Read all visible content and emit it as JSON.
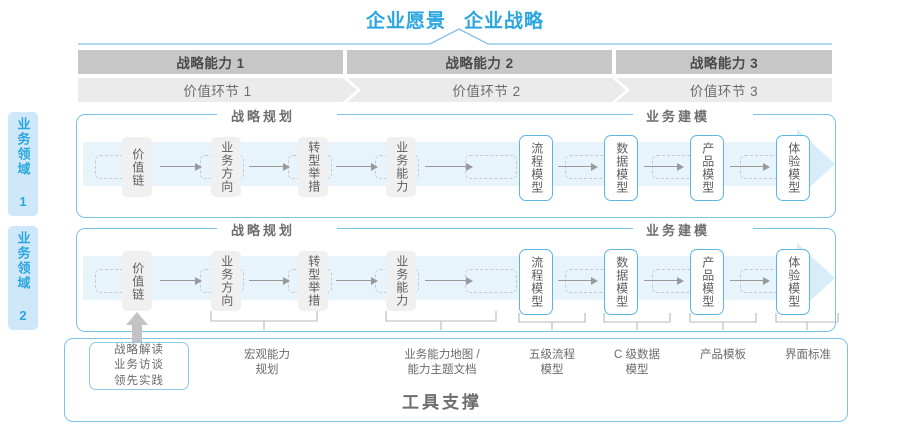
{
  "header": {
    "vision": "企业愿景",
    "strategy": "企业战略"
  },
  "capabilities": [
    {
      "label": "战略能力 1"
    },
    {
      "label": "战略能力 2"
    },
    {
      "label": "战略能力 3"
    }
  ],
  "value_chain": [
    {
      "label": "价值环节 1"
    },
    {
      "label": "价值环节 2"
    },
    {
      "label": "价值环节 3"
    }
  ],
  "domains": [
    {
      "side_label": "业务领域 1",
      "section_left": "战略规划",
      "section_right": "业务建模",
      "nodes": [
        {
          "label": "价值链",
          "style": "grey"
        },
        {
          "label": "业务方向",
          "style": "grey"
        },
        {
          "label": "转型举措",
          "style": "grey"
        },
        {
          "label": "业务能力",
          "style": "grey"
        },
        {
          "label": "流程模型",
          "style": "blue"
        },
        {
          "label": "数据模型",
          "style": "blue"
        },
        {
          "label": "产品模型",
          "style": "blue"
        },
        {
          "label": "体验模型",
          "style": "blue"
        }
      ]
    },
    {
      "side_label": "业务领域 2",
      "section_left": "战略规划",
      "section_right": "业务建模",
      "nodes": [
        {
          "label": "价值链",
          "style": "grey"
        },
        {
          "label": "业务方向",
          "style": "grey"
        },
        {
          "label": "转型举措",
          "style": "grey"
        },
        {
          "label": "业务能力",
          "style": "grey"
        },
        {
          "label": "流程模型",
          "style": "blue"
        },
        {
          "label": "数据模型",
          "style": "blue"
        },
        {
          "label": "产品模型",
          "style": "blue"
        },
        {
          "label": "体验模型",
          "style": "blue"
        }
      ]
    }
  ],
  "tools": {
    "title": "工具支撑",
    "callout": {
      "line1": "战略解读",
      "line2": "业务访谈",
      "line3": "领先实践"
    },
    "braces": [
      {
        "line1": "宏观能力",
        "line2": "规划"
      },
      {
        "line1": "业务能力地图 /",
        "line2": "能力主题文档"
      },
      {
        "line1": "五级流程",
        "line2": "模型"
      },
      {
        "line1": "C 级数据",
        "line2": "模型"
      },
      {
        "line1": "产品模板",
        "line2": ""
      },
      {
        "line1": "界面标准",
        "line2": ""
      }
    ]
  },
  "colors": {
    "accent_blue": "#2ba6e0",
    "border_blue": "#7cc3e8",
    "node_blue": "#5cb6e4",
    "band_light": "#e7f4fc",
    "side_bg": "#cfe8f9",
    "cap_bg": "#c7c7c7",
    "vc_bg": "#ebebeb",
    "node_grey": "#f0f0f0",
    "text_grey": "#5d5d5d"
  }
}
